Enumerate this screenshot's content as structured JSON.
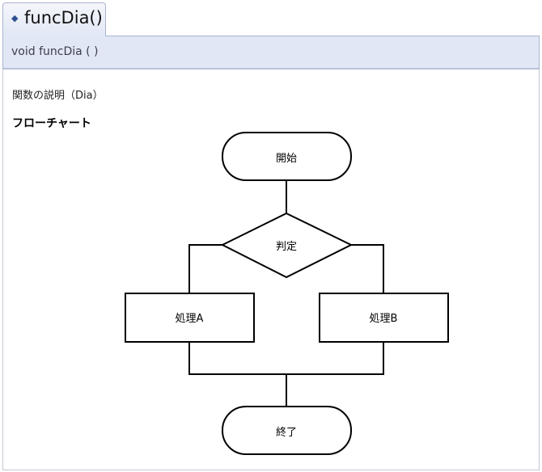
{
  "tab": {
    "icon": "diamond-icon",
    "title": "funcDia()"
  },
  "signature": "void funcDia (  )",
  "description": "関数の説明（Dia）",
  "flowchart": {
    "heading": "フローチャート",
    "start": "開始",
    "decision": "判定",
    "process_a": "処理A",
    "process_b": "処理B",
    "end": "終了"
  }
}
